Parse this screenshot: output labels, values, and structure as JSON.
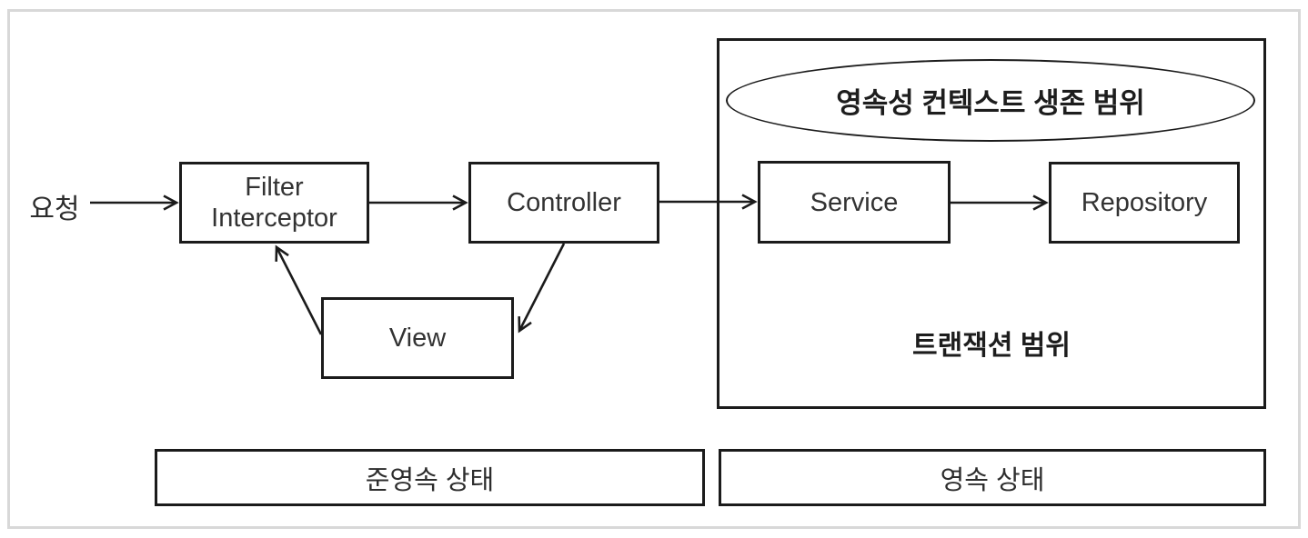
{
  "diagram": {
    "request_label": "요청",
    "nodes": {
      "filter_line1": "Filter",
      "filter_line2": "Interceptor",
      "controller": "Controller",
      "view": "View",
      "service": "Service",
      "repository": "Repository"
    },
    "persistence_context_label": "영속성 컨텍스트 생존 범위",
    "transaction_scope_label": "트랜잭션 범위",
    "detached_state_label": "준영속 상태",
    "persistent_state_label": "영속 상태",
    "arrows": [
      "request-to-filter",
      "filter-to-controller",
      "controller-to-service",
      "service-to-repository",
      "controller-to-view",
      "view-to-filter"
    ],
    "colors": {
      "line": "#1b1b1b",
      "text": "#2d2d2d",
      "frame": "#d8d8d8",
      "background": "#ffffff"
    }
  }
}
